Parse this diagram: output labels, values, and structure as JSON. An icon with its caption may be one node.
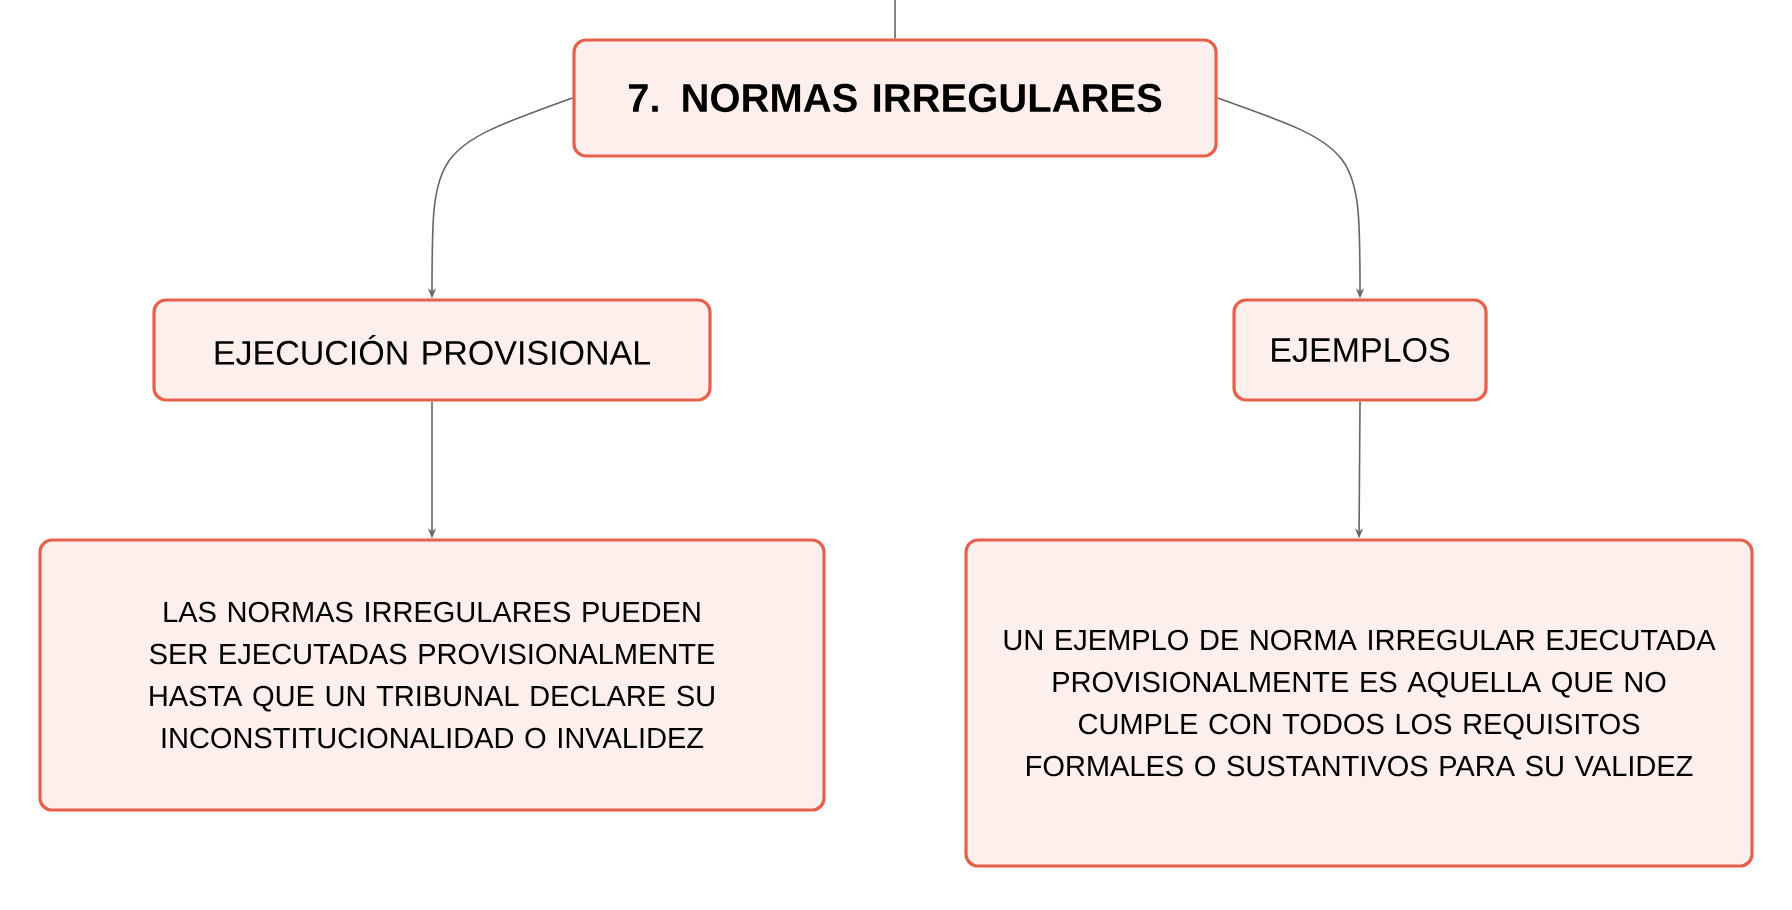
{
  "diagram": {
    "nodes": [
      {
        "text": [
          "7. NORMAS IRREGULARES"
        ]
      },
      {
        "text": [
          "EJECUCIÓN PROVISIONAL"
        ]
      },
      {
        "text": [
          "EJEMPLOS"
        ]
      },
      {
        "text": [
          "LAS NORMAS IRREGULARES PUEDEN SER EJECUTADAS PROVISIONALMENTE HASTA QUE UN TRIBUNAL DECLARE SU INCONSTITUCIONALIDAD O INVALIDEZ"
        ]
      },
      {
        "text": [
          "UN EJEMPLO DE NORMA IRREGULAR EJECUTADA PROVISIONALMENTE ES AQUELLA QUE NO CUMPLE CON TODOS LOS REQUISITOS FORMALES O SUSTANTIVOS PARA SU VALIDEZ"
        ]
      }
    ],
    "edges": [
      {
        "from": null,
        "to": 0,
        "arrow": "none"
      },
      {
        "from": 0,
        "to": 1,
        "arrow": "to"
      },
      {
        "from": 0,
        "to": 2,
        "arrow": "to"
      },
      {
        "from": 1,
        "to": 3,
        "arrow": "to"
      },
      {
        "from": 2,
        "to": 4,
        "arrow": "to"
      }
    ]
  }
}
